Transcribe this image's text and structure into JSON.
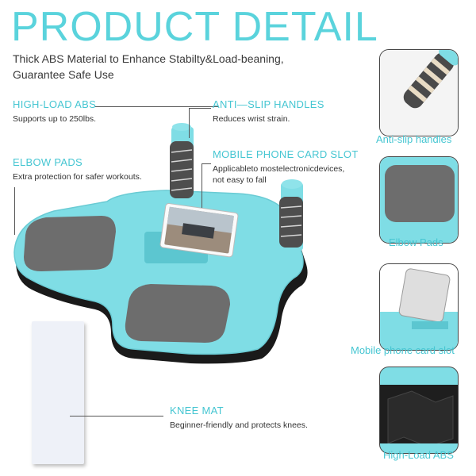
{
  "header": {
    "title": "PRODUCT DETAIL",
    "subtitle_line1": "Thick ABS Material to Enhance Stabilty&Load-beaning,",
    "subtitle_line2": "Guarantee Safe Use"
  },
  "features": {
    "high_load": {
      "title": "HIGH-LOAD ABS",
      "desc": "Supports up to 250lbs."
    },
    "anti_slip": {
      "title": "ANTI—SLIP HANDLES",
      "desc": "Reduces wrist strain."
    },
    "elbow": {
      "title": "ELBOW PADS",
      "desc": "Extra protection for safer workouts."
    },
    "phone": {
      "title": "MOBILE PHONE CARD SLOT",
      "desc_line1": "Applicableto mostelectronicdevices,",
      "desc_line2": "not easy to fall"
    },
    "knee": {
      "title": "KNEE MAT",
      "desc": "Beginner-friendly and protects knees."
    }
  },
  "side_panels": [
    {
      "caption": "Anti-slip handles"
    },
    {
      "caption": "Elbow Pads"
    },
    {
      "caption": "Mobile phone card slot"
    },
    {
      "caption": "High-Load ABS"
    }
  ],
  "colors": {
    "accent": "#5ad3dc",
    "board": "#7fdde5",
    "pad": "#6b6b6b",
    "handle": "#4a4a4a"
  }
}
